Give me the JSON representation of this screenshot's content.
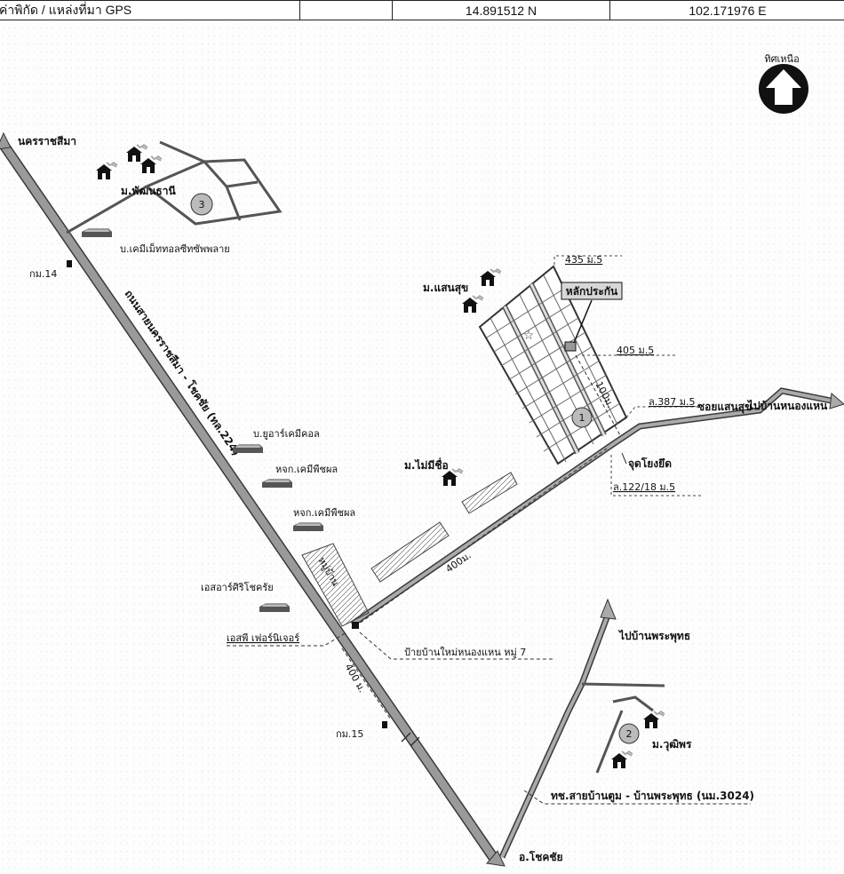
{
  "gps_header": {
    "label": "ค่าพิกัด / แหล่งที่มา GPS",
    "empty_cell": "",
    "latitude": "14.891512 N",
    "longitude": "102.171976 E"
  },
  "compass": {
    "label": "ทิศเหนือ"
  },
  "directions": {
    "nakhon_ratchasima": "นครราชสีมา",
    "ban_nong_haen": "ไปบ้านหนองแหน",
    "ban_phra_phut": "ไปบ้านพระพุทธ",
    "chok_chai": "อ.โชคชัย"
  },
  "roads": {
    "highway": "ถนนสายนครราชสีมา - โชคชัย (ทล.224)",
    "soi_saen_suk": "ซอยแสนสุข",
    "local_road": "ทช.สายบ้านตูม - บ้านพระพุทธ (นม.3024)"
  },
  "km_markers": {
    "km14": "กม.14",
    "km15": "กม.15"
  },
  "distances": {
    "d_400_road": "400ม.",
    "d_400_highway": "400 ม.",
    "d_100": "100ม."
  },
  "villages": {
    "phatthana_thani": "ม.พัฒนธานี",
    "saen_suk": "ม.แสนสุข",
    "mai_mi_chue": "ม.ไม่มีชื่อ",
    "wutthiphon": "ม.วุฒิพร"
  },
  "factories": {
    "chemical_co": "บ.เคมีเม็ททอลซีทซัพพลาย",
    "u_r_chemical": "บ.ยูอาร์เคมีคอล",
    "chem_1": "หจก.เคมีพืชผล",
    "chem_2": "หจก.เคมีพืชผล",
    "sr_sirichok": "เอสอาร์ศิริโชครัย",
    "sp_furniture": "เอสพี เฟอร์นิเจอร์"
  },
  "landmarks": {
    "collateral": "หลักประกัน",
    "lot_435": "435 ม.5",
    "lot_405": "405 ม.5",
    "lot_387": "ล.387 ม.5",
    "lot_122": "ล.122/18 ม.5",
    "start_point": "จุดโยงยึด",
    "village_sign": "ป้ายบ้านใหม่หนองแหน หมู่ 7",
    "housing_label": "หมู่บ้าน"
  },
  "circle_markers": [
    "1",
    "2",
    "3"
  ],
  "colors": {
    "road_fill": "#9a9a9a",
    "road_edge": "#3a3a3a",
    "collateral_fill": "#d8d8d8"
  }
}
